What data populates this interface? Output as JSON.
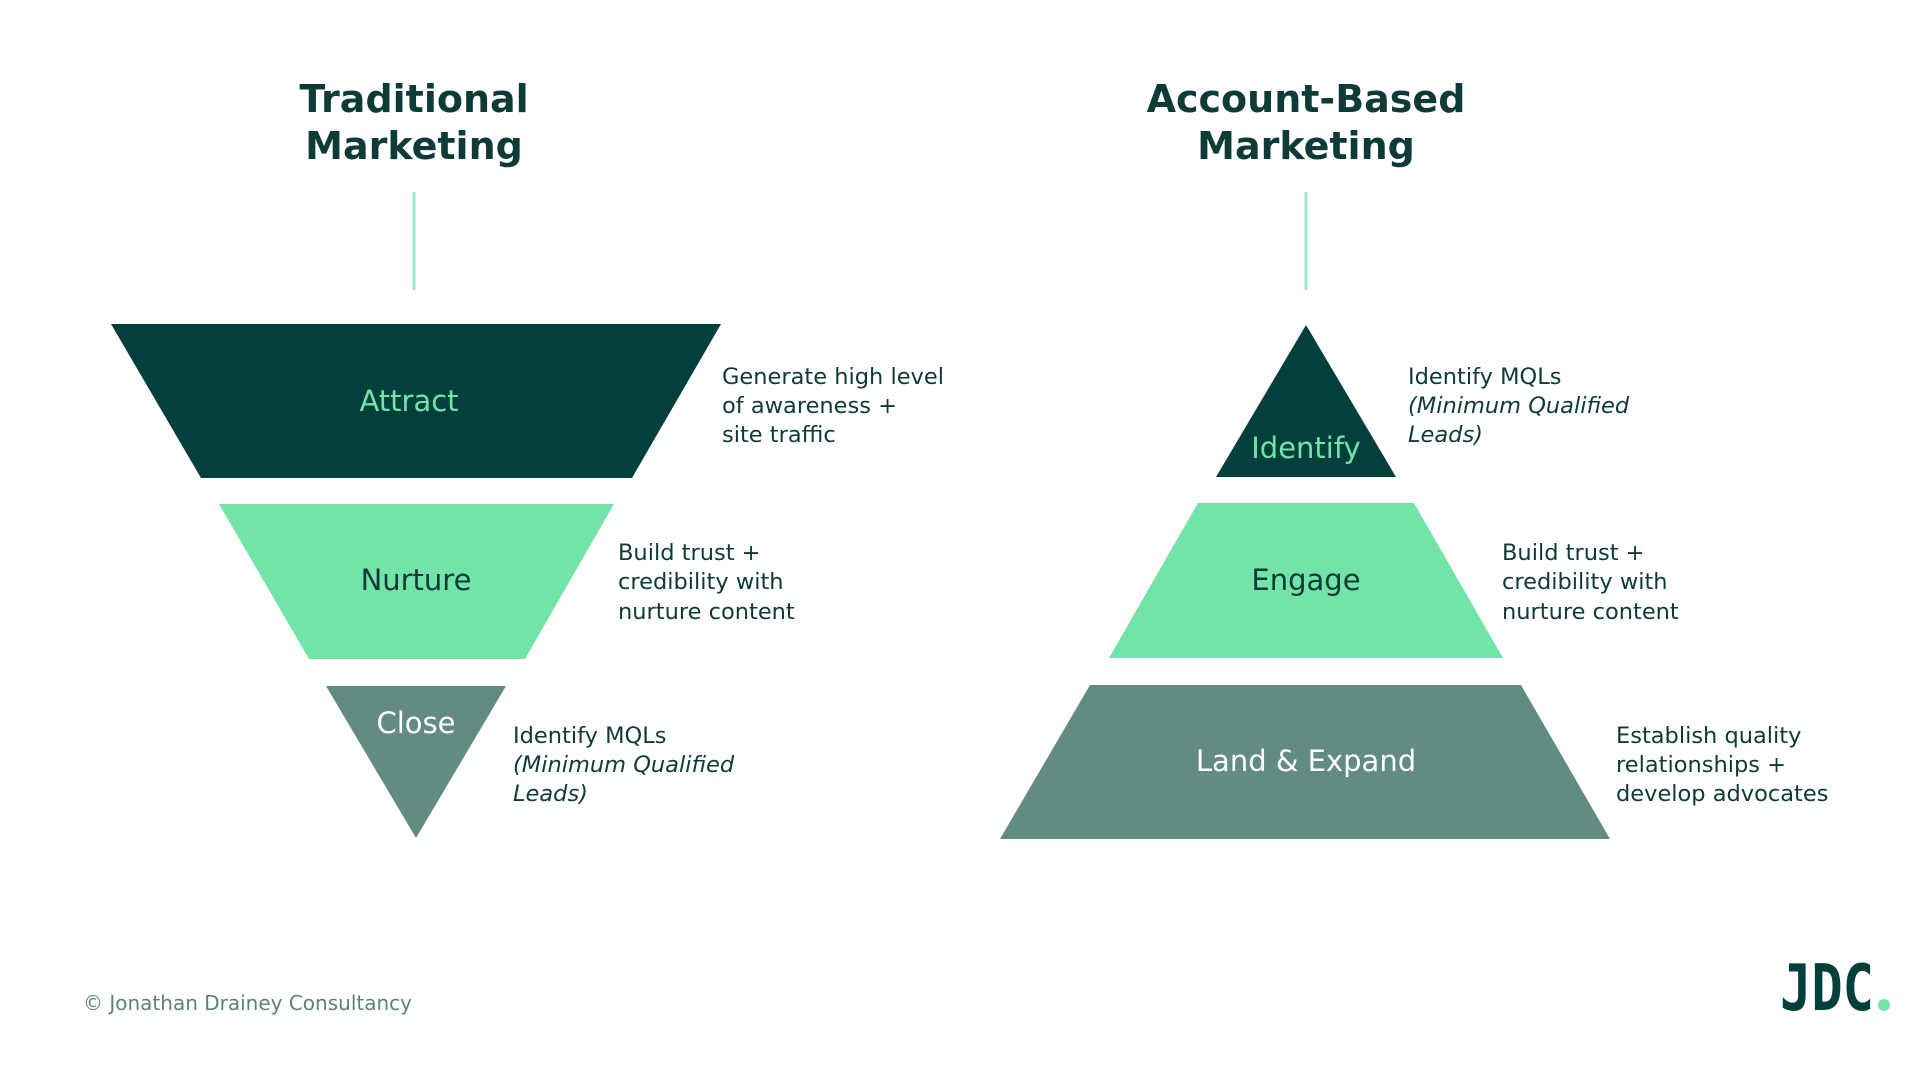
{
  "colors": {
    "dark": "#03403c",
    "light": "#72e4a7",
    "muted": "#628c83",
    "text": "#0e3b37",
    "copyright": "#5c8279",
    "line": "#9ee8c2"
  },
  "left": {
    "title_line1": "Traditional",
    "title_line2": "Marketing",
    "stages": [
      {
        "label": "Attract",
        "desc": [
          "Generate high level",
          "of awareness +",
          "site traffic"
        ]
      },
      {
        "label": "Nurture",
        "desc": [
          "Build trust +",
          "credibility with",
          "nurture content"
        ]
      },
      {
        "label": "Close",
        "desc": [
          "Identify MQLs",
          "(Minimum Qualified",
          "Leads)"
        ]
      }
    ]
  },
  "right": {
    "title_line1": "Account-Based",
    "title_line2": "Marketing",
    "stages": [
      {
        "label": "Identify",
        "desc": [
          "Identify MQLs",
          "(Minimum Qualified",
          "Leads)"
        ]
      },
      {
        "label": "Engage",
        "desc": [
          "Build trust +",
          "credibility with",
          "nurture content"
        ]
      },
      {
        "label": "Land & Expand",
        "desc": [
          "Establish quality",
          "relationships +",
          "develop advocates"
        ]
      }
    ]
  },
  "footer": {
    "copyright": "© Jonathan Drainey Consultancy",
    "logo_text": "JDC"
  }
}
